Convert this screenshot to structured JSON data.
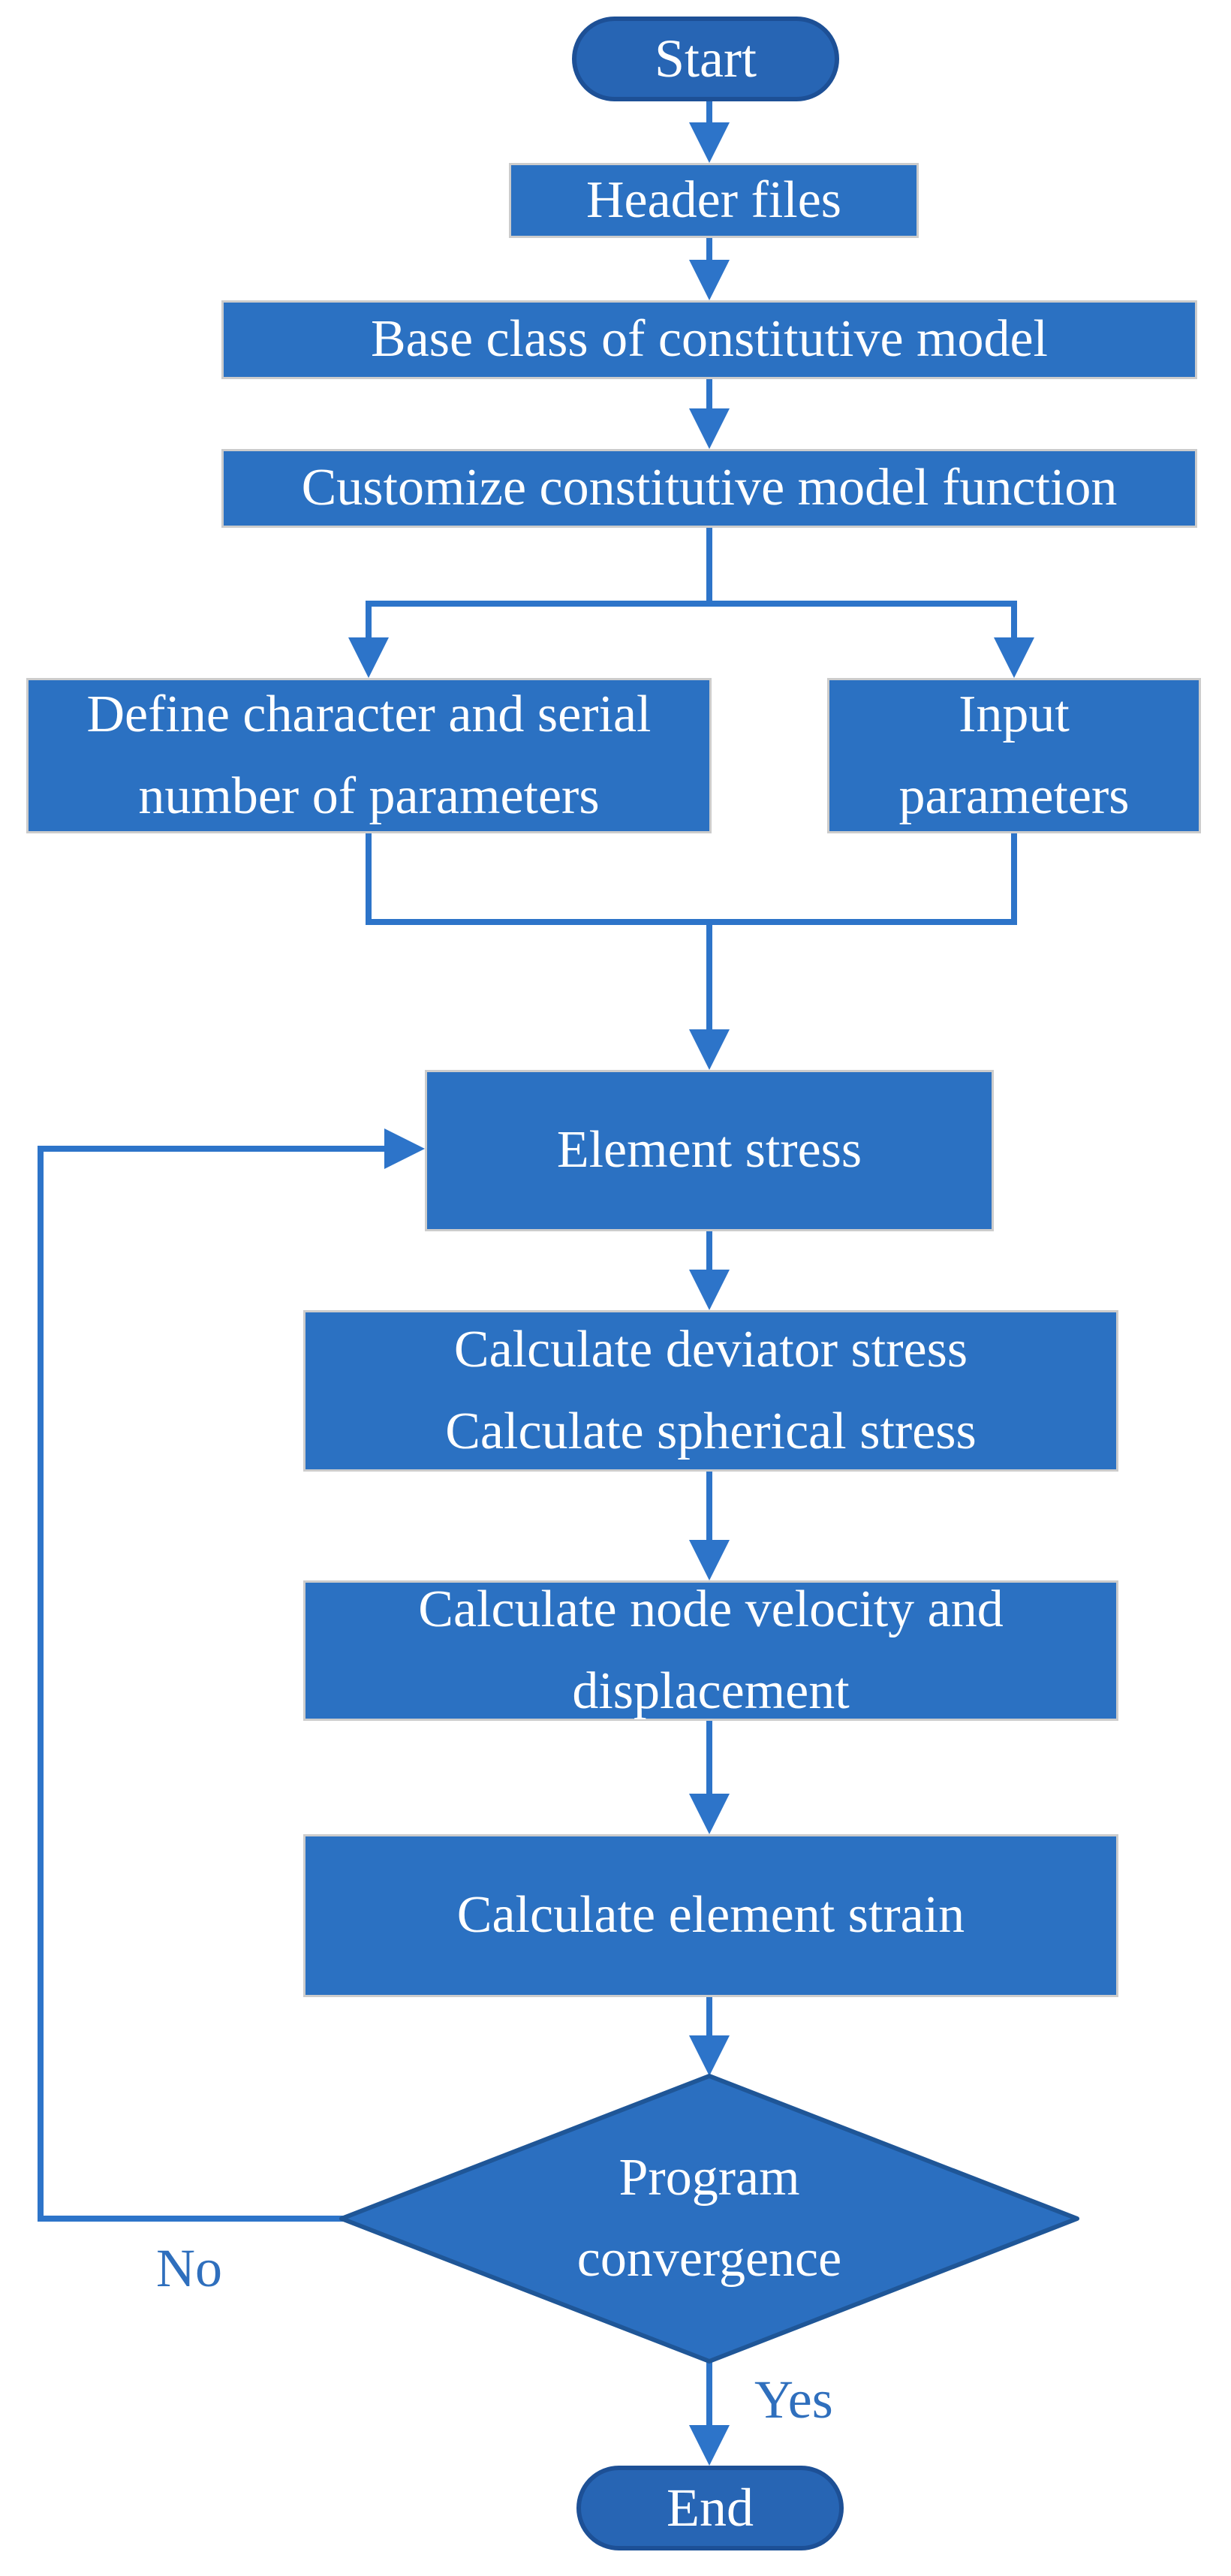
{
  "colors": {
    "background": "#ffffff",
    "process_fill": "#2b71c2",
    "process_border": "#cccccc",
    "terminal_fill": "#2765b4",
    "terminal_border": "#1d5096",
    "decision_fill": "#2b6fc0",
    "decision_border": "#1f5697",
    "connector": "#2d74c9",
    "edge_label_color": "#2f6fbd",
    "text_color": "#ffffff"
  },
  "nodes": {
    "start": "Start",
    "header_files": "Header files",
    "base_class": "Base class of constitutive model",
    "customize_function": "Customize constitutive model function",
    "define_parameters": "Define character and serial\nnumber of parameters",
    "input_parameters": "Input\nparameters",
    "element_stress": "Element stress",
    "calculate_stress": "Calculate deviator stress\nCalculate spherical stress",
    "calculate_velocity": "Calculate node velocity and\ndisplacement",
    "calculate_strain": "Calculate element strain",
    "program_convergence": "Program\nconvergence",
    "end": "End"
  },
  "edge_labels": {
    "no": "No",
    "yes": "Yes"
  }
}
